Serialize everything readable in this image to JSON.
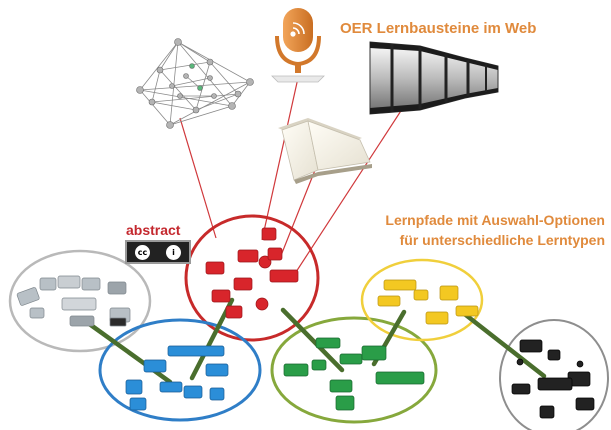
{
  "title": "OER Lernbausteine im Web",
  "abstract_label": "abstract",
  "license_badge": {
    "left": "cc",
    "right": "i"
  },
  "paths_label": [
    "Lernpfade mit Auswahl-Optionen",
    "für unterschiedliche Lerntypen"
  ],
  "colors": {
    "accent_orange": "#e08a3c",
    "red": "#d8252b",
    "blue": "#2b8ed8",
    "green": "#2a9d48",
    "yellow": "#f3c822",
    "gray": "#9aa3aa",
    "black": "#222222",
    "connector_red": "#d0383b",
    "connector_green": "#4a6e2d"
  },
  "icons": {
    "network": "network-graph-icon",
    "podcast": "podcast-microphone-icon",
    "book": "open-book-icon",
    "film": "film-strip-icon"
  },
  "clusters": [
    {
      "name": "red",
      "icon": "red-lego-bricks"
    },
    {
      "name": "gray",
      "icon": "gray-lego-bricks"
    },
    {
      "name": "blue",
      "icon": "blue-lego-bricks"
    },
    {
      "name": "green",
      "icon": "green-lego-bricks"
    },
    {
      "name": "yellow",
      "icon": "yellow-lego-bricks"
    },
    {
      "name": "black",
      "icon": "black-lego-bricks"
    }
  ]
}
